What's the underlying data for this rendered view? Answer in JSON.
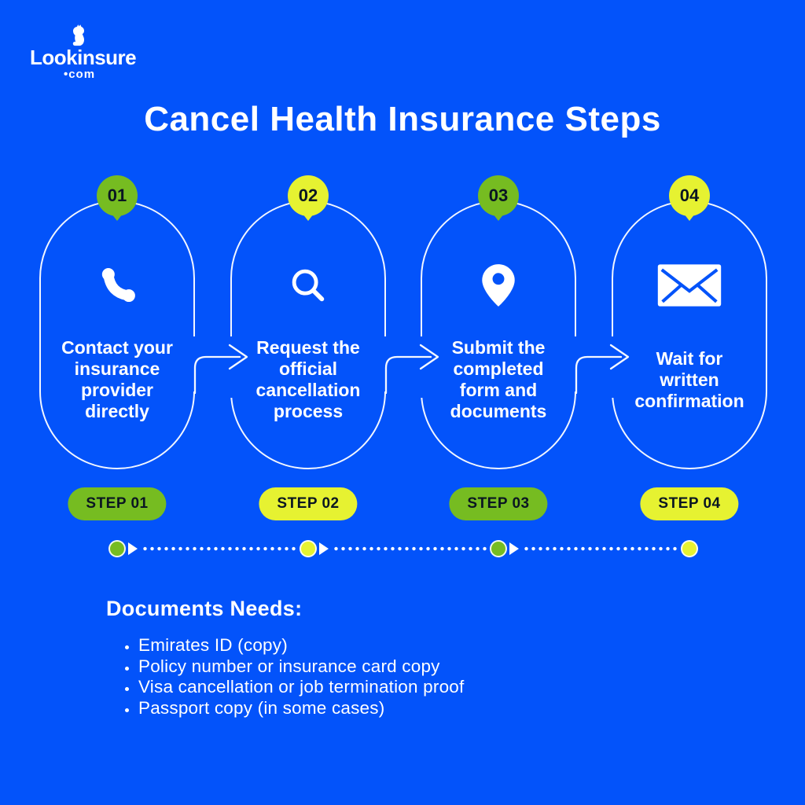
{
  "brand": {
    "name": "Lookinsure",
    "tld": "•com",
    "mascot": "dog-mascot-icon"
  },
  "title": "Cancel Health Insurance Steps",
  "colors": {
    "background": "#0353FA",
    "green": "#76BC21",
    "yellow": "#E6F231",
    "dark_text": "#0A1622",
    "white": "#FFFFFF"
  },
  "steps": [
    {
      "number": "01",
      "accent": "green",
      "icon": "phone-icon",
      "lines": [
        "Contact your",
        "insurance",
        "provider",
        "directly"
      ],
      "badge": "STEP 01"
    },
    {
      "number": "02",
      "accent": "yellow",
      "icon": "search-icon",
      "lines": [
        "Request the",
        "official",
        "cancellation",
        "process"
      ],
      "badge": "STEP 02"
    },
    {
      "number": "03",
      "accent": "green",
      "icon": "location-pin-icon",
      "lines": [
        "Submit the",
        "completed",
        "form and",
        "documents"
      ],
      "badge": "STEP 03"
    },
    {
      "number": "04",
      "accent": "yellow",
      "icon": "envelope-icon",
      "lines": [
        "Wait for",
        "written",
        "confirmation"
      ],
      "badge": "STEP 04"
    }
  ],
  "timeline": {
    "dot_accents": [
      "green",
      "yellow",
      "green",
      "yellow"
    ]
  },
  "documents": {
    "heading": "Documents Needs:",
    "items": [
      "Emirates ID (copy)",
      "Policy number or insurance card copy",
      "Visa cancellation or job termination proof",
      "Passport copy (in some cases)"
    ]
  }
}
